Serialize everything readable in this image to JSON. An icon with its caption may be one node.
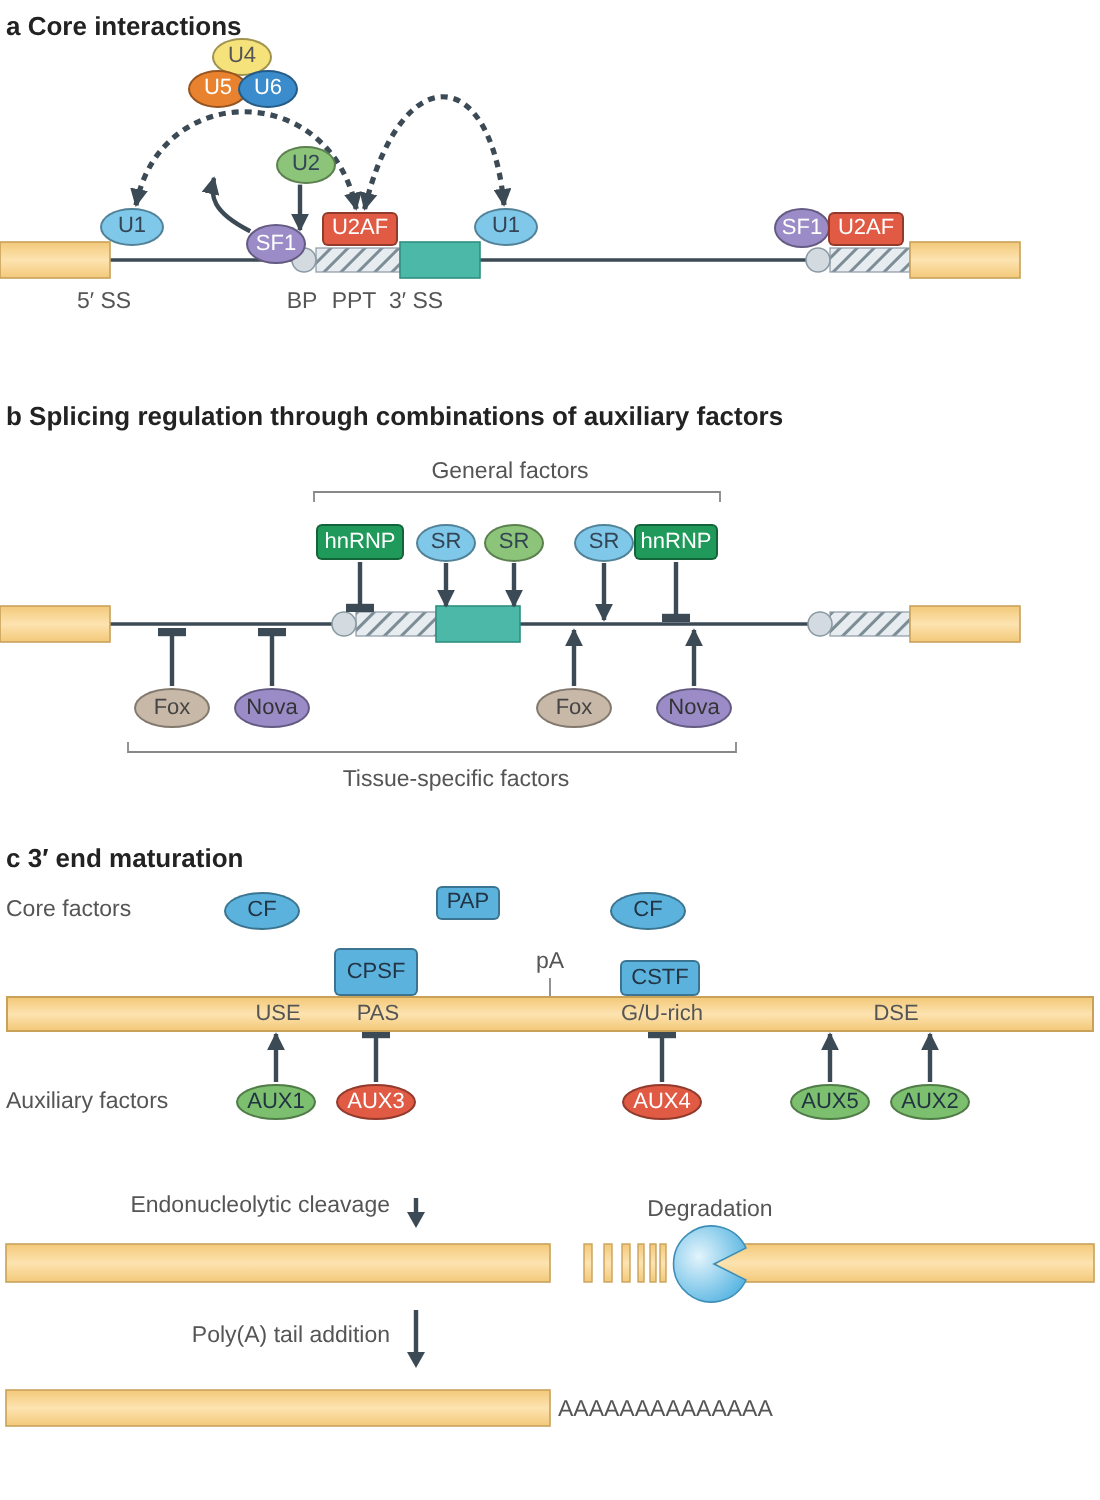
{
  "diagram": {
    "nodes": [
      {
        "text": [
          "U4"
        ]
      },
      {
        "text": [
          "U5"
        ]
      },
      {
        "text": [
          "U6"
        ]
      },
      {
        "text": [
          "U1"
        ]
      },
      {
        "text": [
          "U2"
        ]
      },
      {
        "text": [
          "SF1"
        ]
      },
      {
        "text": [
          "U2AF"
        ]
      },
      {
        "text": [
          "U1"
        ]
      },
      {
        "text": [
          "SF1"
        ]
      },
      {
        "text": [
          "U2AF"
        ]
      },
      {
        "text": [
          "hnRNP"
        ]
      },
      {
        "text": [
          "SR"
        ]
      },
      {
        "text": [
          "SR"
        ]
      },
      {
        "text": [
          "SR"
        ]
      },
      {
        "text": [
          "hnRNP"
        ]
      },
      {
        "text": [],
        "shape": "bar"
      },
      {
        "text": [
          "Fox"
        ]
      },
      {
        "text": [
          "Nova"
        ]
      },
      {
        "text": [
          "Fox"
        ]
      },
      {
        "text": [
          "Nova"
        ]
      },
      {
        "text": [
          "CF"
        ]
      },
      {
        "text": [
          "PAP"
        ]
      },
      {
        "text": [
          "CF"
        ]
      },
      {
        "text": [
          "CPSF"
        ]
      },
      {
        "text": [
          "CSTF"
        ]
      },
      {
        "text": [
          "USE",
          "PAS",
          "G/U-rich",
          "DSE"
        ]
      },
      {
        "text": [
          "AUX1"
        ]
      },
      {
        "text": [
          "AUX3"
        ]
      },
      {
        "text": [
          "AUX4"
        ]
      },
      {
        "text": [
          "AUX5"
        ]
      },
      {
        "text": [
          "AUX2"
        ]
      }
    ],
    "edges": [
      {
        "from": 3,
        "to": 6,
        "arrow": "both",
        "style": "dashed"
      },
      {
        "from": 6,
        "to": 7,
        "arrow": "both",
        "style": "dashed"
      },
      {
        "from": 5,
        "to": null,
        "arrow": "to"
      },
      {
        "from": 4,
        "to": 5,
        "arrow": "to"
      },
      {
        "from": 10,
        "to": 15,
        "arrow": "other"
      },
      {
        "from": 11,
        "to": 15,
        "arrow": "to"
      },
      {
        "from": 12,
        "to": 15,
        "arrow": "to"
      },
      {
        "from": 13,
        "to": 15,
        "arrow": "to"
      },
      {
        "from": 14,
        "to": 15,
        "arrow": "other"
      },
      {
        "from": 16,
        "to": 15,
        "arrow": "other"
      },
      {
        "from": 17,
        "to": 15,
        "arrow": "other"
      },
      {
        "from": 18,
        "to": 15,
        "arrow": "to"
      },
      {
        "from": 19,
        "to": 15,
        "arrow": "to"
      },
      {
        "from": 26,
        "to": 25,
        "arrow": "to"
      },
      {
        "from": 27,
        "to": 25,
        "arrow": "other"
      },
      {
        "from": 28,
        "to": 25,
        "arrow": "other"
      },
      {
        "from": 29,
        "to": 25,
        "arrow": "to"
      },
      {
        "from": 30,
        "to": 25,
        "arrow": "to"
      }
    ],
    "labels": [
      "a Core interactions",
      "5′ SS",
      "BP",
      "PPT",
      "3′ SS",
      "b Splicing regulation through combinations of auxiliary factors",
      "General factors",
      "Tissue-specific factors",
      "c 3′ end maturation",
      "Core factors",
      "pA",
      "Auxiliary factors",
      "Endonucleolytic cleavage",
      "Degradation",
      "Poly(A) tail addition",
      "AAAAAAAAAAAAAA"
    ]
  }
}
